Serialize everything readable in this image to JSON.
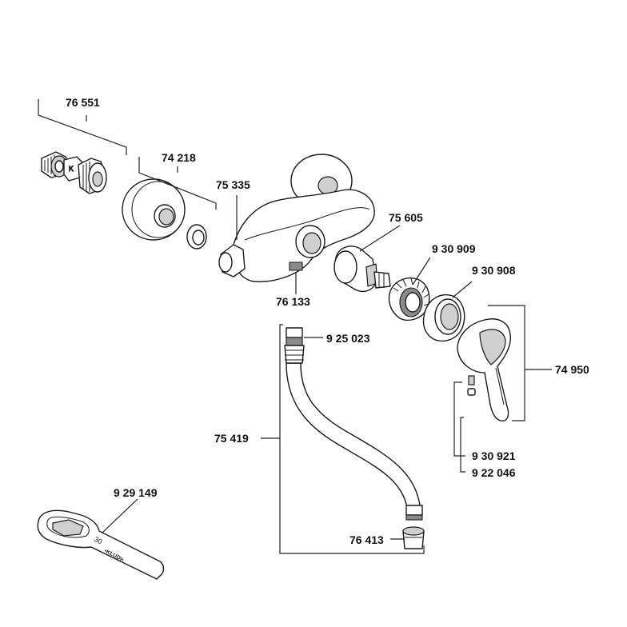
{
  "labels": {
    "p76551": "76 551",
    "p74218": "74 218",
    "p75335": "75 335",
    "p75605": "75 605",
    "p930909": "9 30 909",
    "p930908": "9 30 908",
    "p76133": "76 133",
    "p925023": "9 25 023",
    "p74950": "74 950",
    "p75419": "75 419",
    "p930921": "9 30 921",
    "p922046": "9 22 046",
    "p929149": "9 29 149",
    "p76413": "76 413"
  },
  "wrench": {
    "size_marking": "30",
    "brand_marking": "•KLUDI•"
  },
  "eccentric_marking": "K"
}
